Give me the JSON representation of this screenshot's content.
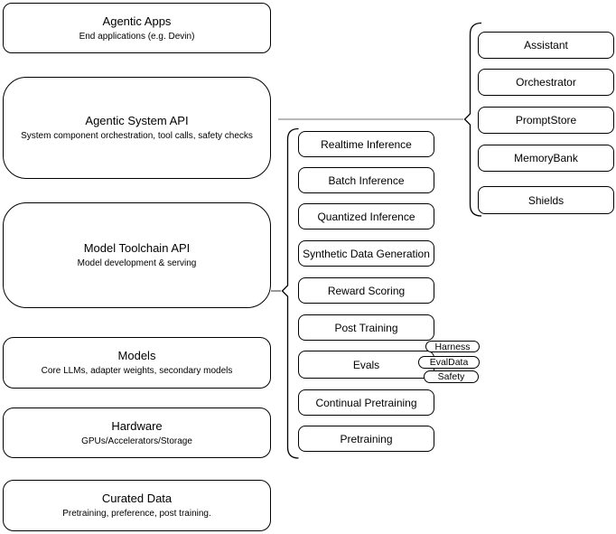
{
  "colors": {
    "background": "#ffffff",
    "box_stroke": "#000000",
    "text": "#000000",
    "connector": "#737373"
  },
  "left_column": {
    "items": [
      {
        "title": "Agentic Apps",
        "subtitle": "End applications (e.g. Devin)"
      },
      {
        "title": "Agentic System API",
        "subtitle": "System component orchestration, tool calls, safety checks"
      },
      {
        "title": "Model Toolchain API",
        "subtitle": "Model development & serving"
      },
      {
        "title": "Models",
        "subtitle": "Core LLMs, adapter weights, secondary models"
      },
      {
        "title": "Hardware",
        "subtitle": "GPUs/Accelerators/Storage"
      },
      {
        "title": "Curated Data",
        "subtitle": "Pretraining, preference, post training."
      }
    ]
  },
  "middle_column": {
    "items": [
      {
        "label": "Realtime Inference"
      },
      {
        "label": "Batch Inference"
      },
      {
        "label": "Quantized Inference"
      },
      {
        "label": "Synthetic Data Generation"
      },
      {
        "label": "Reward Scoring"
      },
      {
        "label": "Post Training"
      },
      {
        "label": "Evals"
      },
      {
        "label": "Continual Pretraining"
      },
      {
        "label": "Pretraining"
      }
    ],
    "evals_tags": [
      {
        "label": "Harness"
      },
      {
        "label": "EvalData"
      },
      {
        "label": "Safety"
      }
    ]
  },
  "right_column": {
    "items": [
      {
        "label": "Assistant"
      },
      {
        "label": "Orchestrator"
      },
      {
        "label": "PromptStore"
      },
      {
        "label": "MemoryBank"
      },
      {
        "label": "Shields"
      }
    ]
  }
}
